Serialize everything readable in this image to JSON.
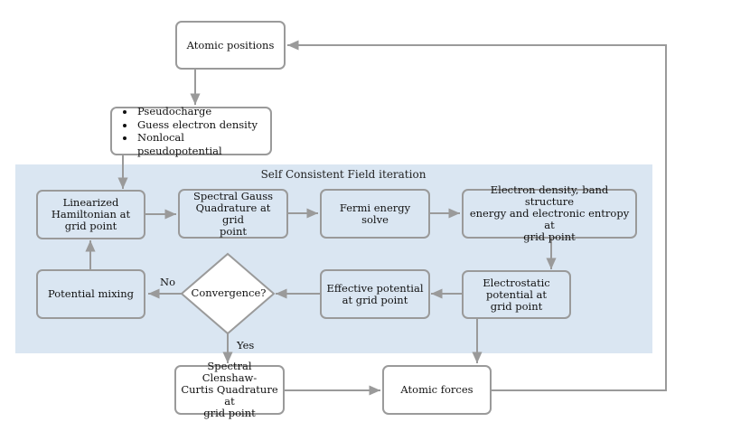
{
  "diagram": {
    "region_label": "Self Consistent Field iteration",
    "nodes": {
      "atomic_positions": {
        "lines": [
          "Atomic positions"
        ]
      },
      "init": {
        "bullets": [
          "Pseudocharge",
          "Guess electron density",
          "Nonlocal pseudopotential"
        ]
      },
      "linearized_hamiltonian": {
        "lines": [
          "Linearized",
          "Hamiltonian at",
          "grid point"
        ]
      },
      "spectral_gauss": {
        "lines": [
          "Spectral Gauss",
          "Quadrature at grid",
          "point"
        ]
      },
      "fermi_energy": {
        "lines": [
          "Fermi energy",
          "solve"
        ]
      },
      "electron_density": {
        "lines": [
          "Electron density, band structure",
          "energy and electronic entropy at",
          "grid point"
        ]
      },
      "electrostatic": {
        "lines": [
          "Electrostatic",
          "potential at",
          "grid point"
        ]
      },
      "effective_potential": {
        "lines": [
          "Effective potential",
          "at grid point"
        ]
      },
      "convergence": {
        "lines": [
          "Convergence?"
        ]
      },
      "potential_mixing": {
        "lines": [
          "Potential mixing"
        ]
      },
      "clenshaw_curtis": {
        "lines": [
          "Spectral Clenshaw-",
          "Curtis Quadrature at",
          "grid point"
        ]
      },
      "atomic_forces": {
        "lines": [
          "Atomic forces"
        ]
      }
    },
    "edge_labels": {
      "no": "No",
      "yes": "Yes"
    },
    "colors": {
      "region": "#dae6f2",
      "stroke": "#9a9a9a",
      "text": "#111111"
    }
  }
}
